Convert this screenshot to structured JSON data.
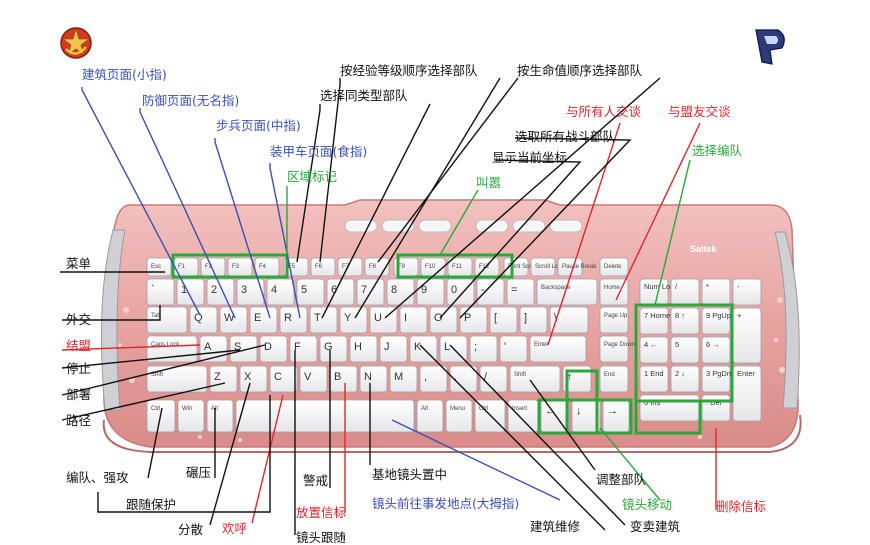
{
  "colors": {
    "black": "#111111",
    "blue": "#3a4fb8",
    "green": "#2aa83a",
    "red": "#e0262c",
    "keyboard_body": "#e9a9a6",
    "keyboard_edge": "#d98c89",
    "key_face": "#f4f4f6"
  },
  "brand": "Saitek",
  "icons": {
    "top_left": "hammer-sickle-star-icon",
    "top_right": "p-emblem-icon"
  },
  "labels": {
    "building_page": "建筑页面(小指)",
    "defense_page": "防御页面(无名指)",
    "infantry_page": "步兵页面(中指)",
    "armor_page": "装甲车页面(食指)",
    "area_mark": "区域标记",
    "select_same_type": "选择同类型部队",
    "by_experience": "按经验等级顺序选择部队",
    "by_health": "按生命值顺序选择部队",
    "select_all_combat": "选取所有战斗部队",
    "show_coords": "显示当前坐标",
    "shout": "叫嚣",
    "talk_all": "与所有人交谈",
    "talk_allies": "与盟友交谈",
    "select_group": "选择编队",
    "menu": "菜单",
    "diplomacy": "外交",
    "alliance": "结盟",
    "stop": "停止",
    "deploy": "部署",
    "waypoint": "路径",
    "group_force": "编队、强攻",
    "follow_protect": "跟随保护",
    "crush": "碾压",
    "scatter": "分散",
    "cheer": "欢呼",
    "alert": "警戒",
    "place_beacon": "放置信标",
    "camera_follow": "镜头跟随",
    "base_camera": "基地镜头置中",
    "camera_event": "镜头前往事发地点(大拇指)",
    "build_repair": "建筑维修",
    "adjust_units": "调整部队",
    "camera_move": "镜头移动",
    "transform_build": "变卖建筑",
    "delete_beacon": "删除信标"
  },
  "keys": {
    "fn_row": [
      "Esc",
      "F1",
      "F2",
      "F3",
      "F4",
      "F5",
      "F6",
      "F7",
      "F8",
      "F9",
      "F10",
      "F11",
      "F12",
      "Print Screen",
      "Scroll Lock",
      "Pause Break",
      "Delete"
    ],
    "num_row": [
      "`",
      "1",
      "2",
      "3",
      "4",
      "5",
      "6",
      "7",
      "8",
      "9",
      "0",
      "-",
      "=",
      "Backspace",
      "Home"
    ],
    "q_row": [
      "Tab",
      "Q",
      "W",
      "E",
      "R",
      "T",
      "Y",
      "U",
      "I",
      "O",
      "P",
      "[",
      "]",
      "\\",
      "Page Up"
    ],
    "a_row": [
      "Caps Lock",
      "A",
      "S",
      "D",
      "F",
      "G",
      "H",
      "J",
      "K",
      "L",
      ";",
      "'",
      "Enter",
      "Page Down"
    ],
    "z_row": [
      "Shift",
      "Z",
      "X",
      "C",
      "V",
      "B",
      "N",
      "M",
      ",",
      ".",
      "/",
      "Shift",
      "↑",
      "End"
    ],
    "space_row": [
      "Ctrl",
      "Win",
      "Alt",
      "Alt",
      "Menu",
      "Ctrl",
      "Insert",
      "←",
      "↓",
      "→"
    ],
    "numpad": [
      "Num Lock",
      "/",
      "*",
      "-",
      "7 Home",
      "8 ↑",
      "9 PgUp",
      "+",
      "4 ←",
      "5",
      "6 →",
      "1 End",
      "2 ↓",
      "3 PgDn",
      "Enter",
      "0 Ins",
      ". Del"
    ]
  }
}
